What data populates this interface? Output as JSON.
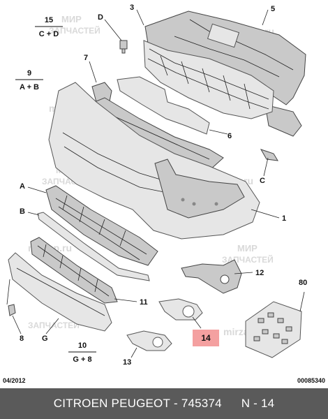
{
  "callouts": {
    "c1": "1",
    "c3": "3",
    "c5": "5",
    "c6": "6",
    "c7": "7",
    "c8": "8",
    "c11": "11",
    "c12": "12",
    "c13": "13",
    "c14": "14",
    "c80": "80",
    "cA": "A",
    "cB": "B",
    "cC": "C",
    "cD": "D",
    "cG": "G"
  },
  "fractions": {
    "f15": {
      "top": "15",
      "bottom": "C + D"
    },
    "f9": {
      "top": "9",
      "bottom": "A + B"
    },
    "f10": {
      "top": "10",
      "bottom": "G + 8"
    }
  },
  "watermark": {
    "line1": "МИР",
    "line2": "ЗАПЧАСТЕЙ",
    "domain": "mirzap.ru"
  },
  "footer": {
    "date": "04/2012",
    "reference": "00085340"
  },
  "bottom_bar": {
    "brand": "CITROEN PEUGEOT",
    "dash": "-",
    "part_number": "745374",
    "position": "N - 14"
  },
  "highlight_color": "#f4a0a0"
}
